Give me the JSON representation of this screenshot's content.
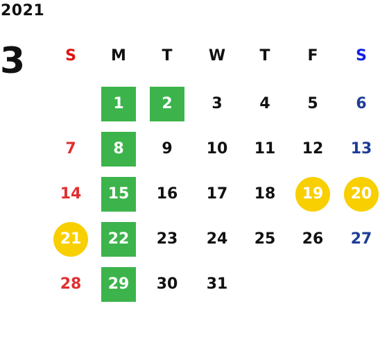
{
  "year": "2021",
  "month": "3",
  "weekdays": [
    "S",
    "M",
    "T",
    "W",
    "T",
    "F",
    "S"
  ],
  "colors": {
    "sunday_header": "#e01010",
    "saturday_header": "#1020e0",
    "sunday_date": "#e03030",
    "saturday_date": "#1f3d96",
    "highlight_green": "#3cb44b",
    "highlight_yellow": "#f8cf00"
  },
  "weeks": [
    [
      null,
      {
        "d": "1",
        "mark": "green"
      },
      {
        "d": "2",
        "mark": "green"
      },
      {
        "d": "3"
      },
      {
        "d": "4"
      },
      {
        "d": "5"
      },
      {
        "d": "6"
      }
    ],
    [
      {
        "d": "7"
      },
      {
        "d": "8",
        "mark": "green"
      },
      {
        "d": "9"
      },
      {
        "d": "10"
      },
      {
        "d": "11"
      },
      {
        "d": "12"
      },
      {
        "d": "13"
      }
    ],
    [
      {
        "d": "14"
      },
      {
        "d": "15",
        "mark": "green"
      },
      {
        "d": "16"
      },
      {
        "d": "17"
      },
      {
        "d": "18"
      },
      {
        "d": "19",
        "mark": "yellow"
      },
      {
        "d": "20",
        "mark": "yellow"
      }
    ],
    [
      {
        "d": "21",
        "mark": "yellow"
      },
      {
        "d": "22",
        "mark": "green"
      },
      {
        "d": "23"
      },
      {
        "d": "24"
      },
      {
        "d": "25"
      },
      {
        "d": "26"
      },
      {
        "d": "27"
      }
    ],
    [
      {
        "d": "28"
      },
      {
        "d": "29",
        "mark": "green"
      },
      {
        "d": "30"
      },
      {
        "d": "31"
      },
      null,
      null,
      null
    ]
  ]
}
